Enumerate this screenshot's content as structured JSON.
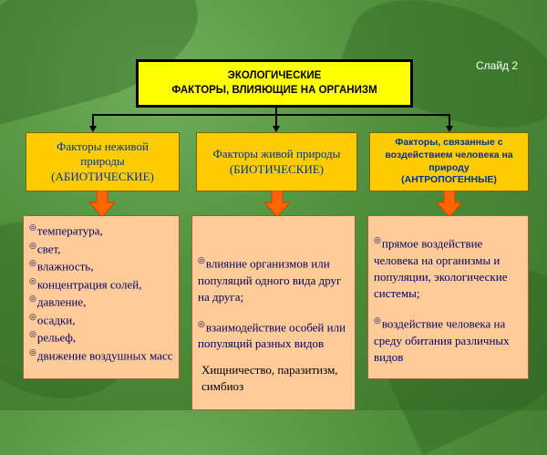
{
  "slide_label": "Слайд 2",
  "title": {
    "line1": "ЭКОЛОГИЧЕСКИЕ",
    "line2": "ФАКТОРЫ, ВЛИЯЮЩИЕ НА ОРГАНИЗМ"
  },
  "factors": [
    {
      "line1": "Факторы неживой",
      "line2": "природы",
      "line3": "(АБИОТИЧЕСКИЕ)"
    },
    {
      "line1": "Факторы живой природы",
      "line2": "(БИОТИЧЕСКИЕ)"
    },
    {
      "line1": "Факторы, связанные с",
      "line2": "воздействием человека на",
      "line3": "природу",
      "line4": "(АНТРОПОГЕННЫЕ)"
    }
  ],
  "abiotic_items": [
    "температура,",
    "свет,",
    "влажность,",
    "концентрация солей,",
    "давление,",
    "осадки,",
    "рельеф,",
    "движение воздушных масс"
  ],
  "biotic_items": [
    "влияние организмов или популяций одного вида друг на друга;",
    "взаимодействие особей или популяций разных видов"
  ],
  "biotic_extra": "Хищничество, паразитизм, симбиоз",
  "anthropogenic_items": [
    "прямое воздействие человека на организмы и популяции, экологические системы;",
    "воздействие человека на среду обитания различных видов"
  ],
  "colors": {
    "title_bg": "#ffff00",
    "factor_bg": "#ffcc00",
    "detail_bg": "#ffcc99",
    "arrow": "#ff6600",
    "text_blue": "#003399"
  }
}
